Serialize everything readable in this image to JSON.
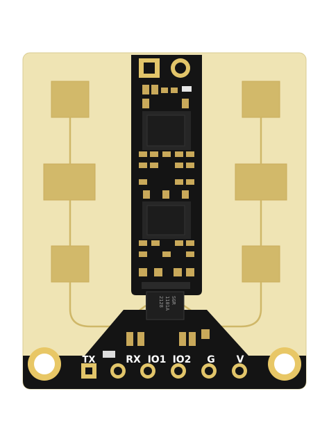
{
  "board": {
    "substrate_color": "#efe4b4",
    "gold_color": "#d2b96a",
    "solder_mask_color": "#141414",
    "silkscreen_color": "#ffffff"
  },
  "pins": {
    "labels": [
      "TX",
      "RX",
      "IO1",
      "IO2",
      "G",
      "V"
    ]
  },
  "chip": {
    "marking_lines": [
      "SGR",
      "1101A",
      "2128"
    ]
  }
}
